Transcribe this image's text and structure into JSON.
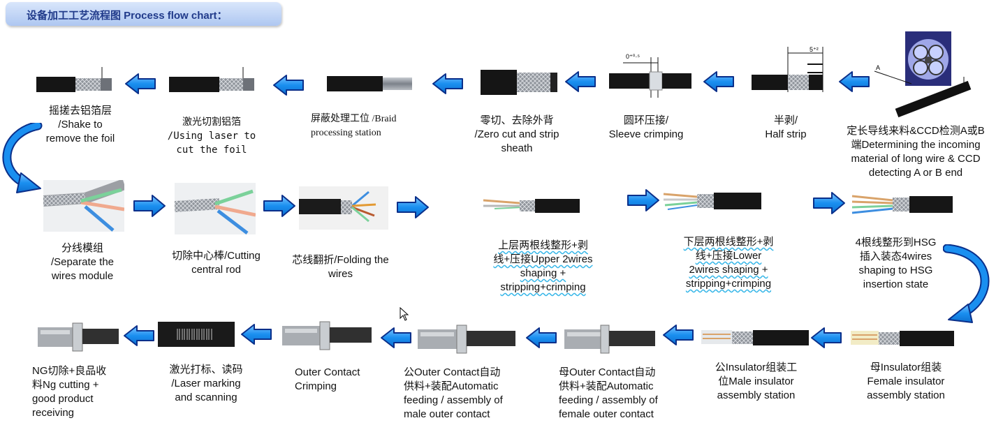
{
  "header": {
    "title": "设备加工工艺流程图 Process flow chart："
  },
  "row1": [
    {
      "id": "incoming",
      "label": "定长导线来料&CCD检测A或B\n端Determining the incoming\nmaterial of long wire & CCD\ndetecting A or B end",
      "marker": "A"
    },
    {
      "id": "half-strip",
      "label": "半剥/\nHalf strip",
      "dim": "5⁺²"
    },
    {
      "id": "sleeve-crimp",
      "label": "圆环压接/\nSleeve  crimping",
      "dim": "0⁺⁰·⁵"
    },
    {
      "id": "zero-cut",
      "label": "零切、去除外背\n/Zero cut and strip\nsheath"
    },
    {
      "id": "braid",
      "label": "屏蔽处理工位 /Braid\nprocessing  station"
    },
    {
      "id": "laser-foil",
      "label": "激光切割铝箔\n/Using laser to\ncut the foil"
    },
    {
      "id": "shake-foil",
      "label": "摇搓去铝箔层\n/Shake to\nremove the foil"
    }
  ],
  "row2": [
    {
      "id": "separate",
      "label": "分线模组\n/Separate the\nwires module"
    },
    {
      "id": "cut-rod",
      "label": "切除中心棒/Cutting\ncentral rod"
    },
    {
      "id": "fold",
      "label": "芯线翻折/Folding the\nwires"
    },
    {
      "id": "upper-2",
      "label": "上层两根线整形+剥\n线+压接Upper 2wires\nshaping +\nstripping+crimping"
    },
    {
      "id": "lower-2",
      "label": "下层两根线整形+剥\n线+压接Lower\n2wires shaping +\nstripping+crimping"
    },
    {
      "id": "hsg-4",
      "label": "4根线整形到HSG\n插入装态4wires\nshaping to HSG\ninsertion state"
    }
  ],
  "row3": [
    {
      "id": "female-ins",
      "label": "母Insulator组装\nFemale insulator\nassembly station"
    },
    {
      "id": "male-ins",
      "label": "公Insulator组装工\n位Male insulator\nassembly station"
    },
    {
      "id": "female-outer",
      "label": "母Outer Contact自动\n供料+装配Automatic\nfeeding / assembly of\nfemale outer contact"
    },
    {
      "id": "male-outer",
      "label": "公Outer Contact自动\n供料+装配Automatic\nfeeding / assembly of\nmale outer contact"
    },
    {
      "id": "outer-crimp",
      "label": "Outer Contact\nCrimping"
    },
    {
      "id": "laser-mark",
      "label": "激光打标、读码\n/Laser marking\nand scanning"
    },
    {
      "id": "ng-cut",
      "label": "NG切除+良品收\n料Ng cutting +\ngood product\nreceiving"
    }
  ],
  "colors": {
    "arrow_fill": "#1a8ff0",
    "arrow_stroke": "#0a2f8a",
    "cable": "#151515",
    "braid": "#8a8f96",
    "title_text": "#203a8a"
  }
}
